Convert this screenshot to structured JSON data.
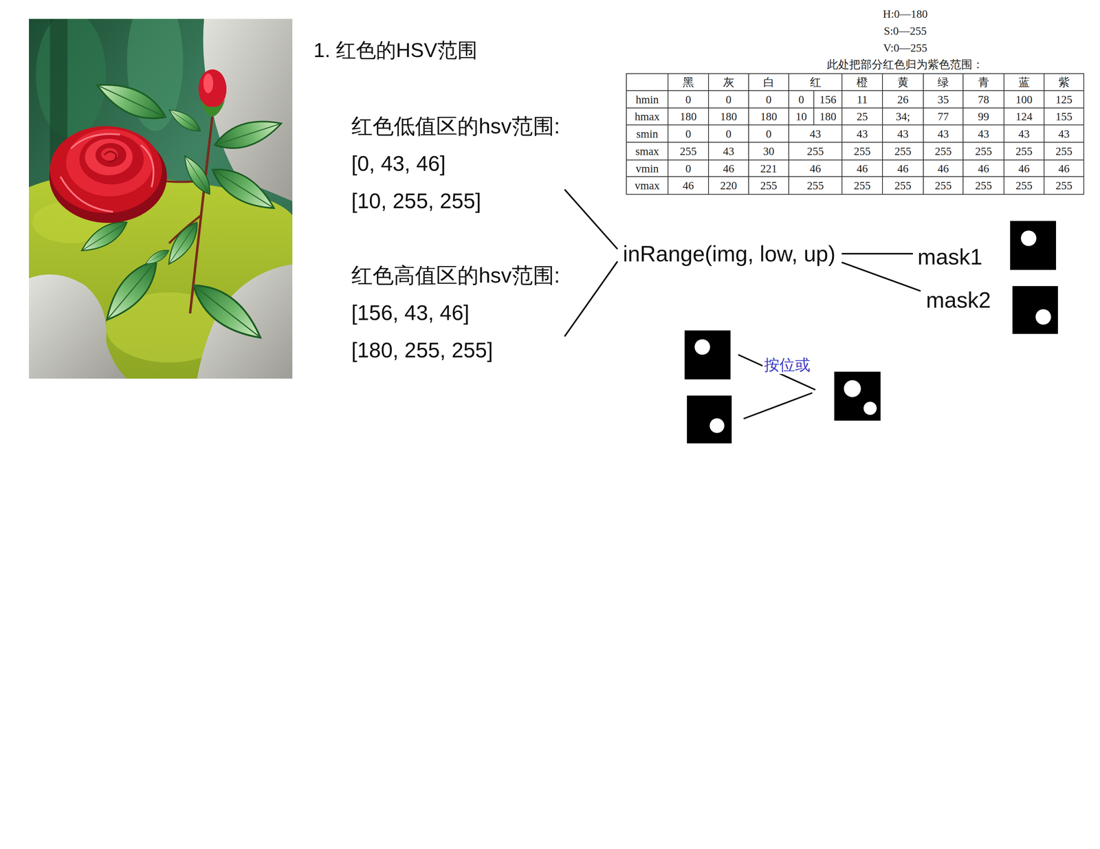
{
  "diagram": {
    "title": "1. 红色的HSV范围",
    "nodes": [
      {
        "text": [
          "红色低值区的hsv范围:",
          "[0, 43, 46]",
          "[10, 255, 255]"
        ]
      },
      {
        "text": [
          "红色高值区的hsv范围:",
          "[156, 43, 46]",
          "[180, 255, 255]"
        ]
      },
      {
        "text": [
          "inRange(img, low, up)"
        ]
      },
      {
        "text": [
          "mask1"
        ]
      },
      {
        "text": [
          "mask2"
        ]
      }
    ],
    "edges": [
      {
        "from": 0,
        "to": 2,
        "arrow": "none"
      },
      {
        "from": 1,
        "to": 2,
        "arrow": "none"
      },
      {
        "from": 2,
        "to": 3,
        "arrow": "none"
      },
      {
        "from": 2,
        "to": 4,
        "arrow": "none"
      }
    ],
    "labels": [
      "H:0—180",
      "S:0—255",
      "V:0—255",
      "此处把部分红色归为紫色范围：",
      "黑",
      "灰",
      "白",
      "红",
      "橙",
      "黄",
      "绿",
      "青",
      "蓝",
      "紫",
      "hmin",
      "0",
      "0",
      "0",
      "0",
      "156",
      "11",
      "26",
      "35",
      "78",
      "100",
      "125",
      "hmax",
      "180",
      "180",
      "180",
      "10",
      "180",
      "25",
      "34;",
      "77",
      "99",
      "124",
      "155",
      "smin",
      "0",
      "0",
      "0",
      "43",
      "43",
      "43",
      "43",
      "43",
      "43",
      "43",
      "smax",
      "255",
      "43",
      "30",
      "255",
      "255",
      "255",
      "255",
      "255",
      "255",
      "255",
      "vmin",
      "0",
      "46",
      "221",
      "46",
      "46",
      "46",
      "46",
      "46",
      "46",
      "46",
      "vmax",
      "46",
      "220",
      "255",
      "255",
      "255",
      "255",
      "255",
      "255",
      "255",
      "255",
      "按位或"
    ]
  }
}
